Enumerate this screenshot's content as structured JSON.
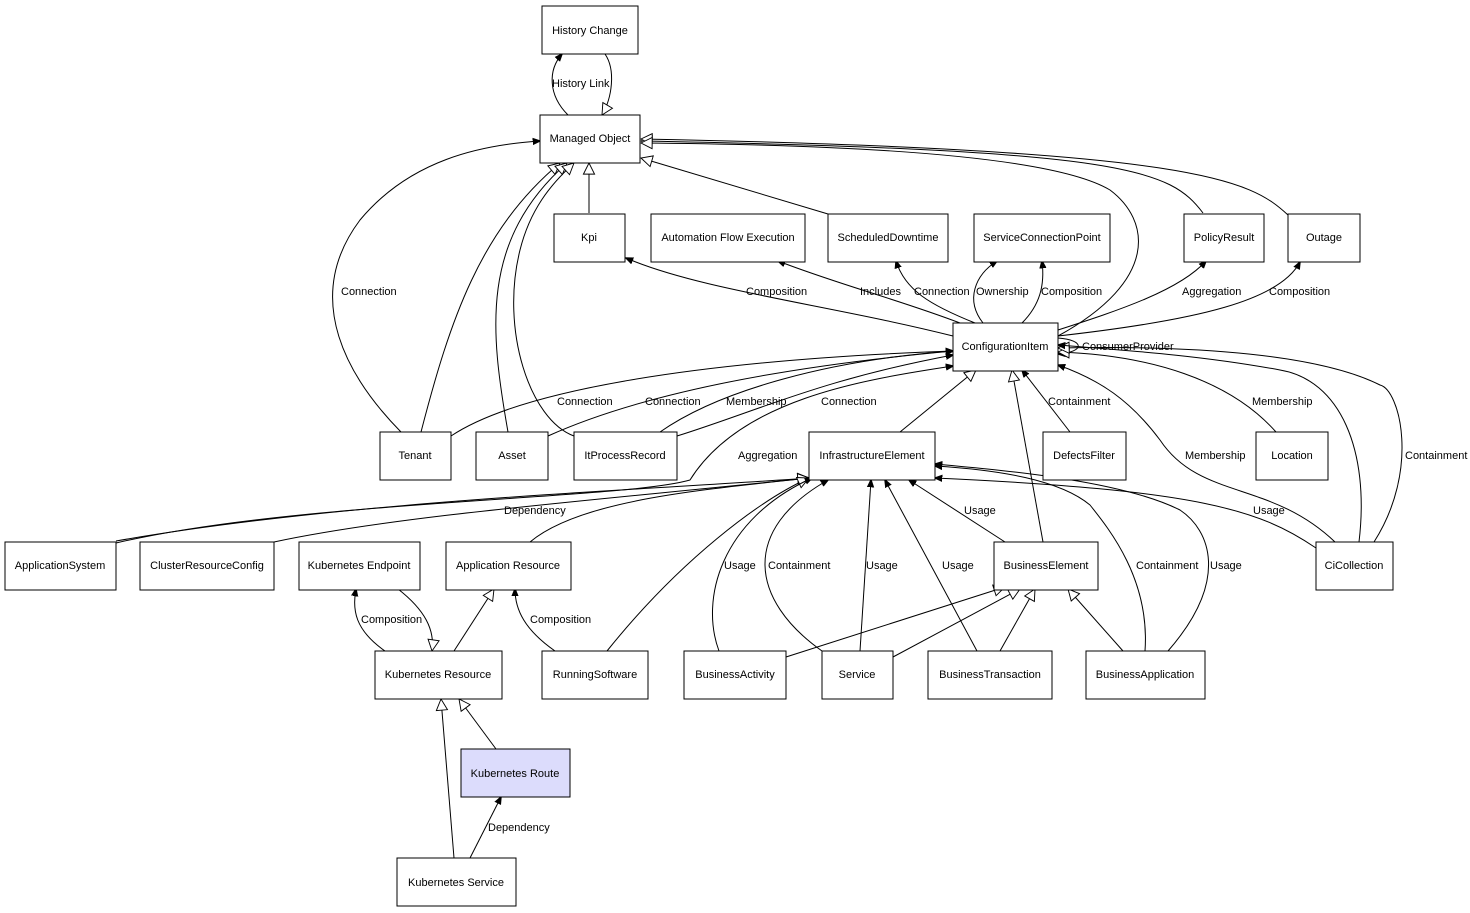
{
  "nodes": {
    "history_change": {
      "label": "History Change"
    },
    "managed_object": {
      "label": "Managed Object"
    },
    "kpi": {
      "label": "Kpi"
    },
    "automation_flow_execution": {
      "label": "Automation Flow Execution"
    },
    "scheduled_downtime": {
      "label": "ScheduledDowntime"
    },
    "service_connection_point": {
      "label": "ServiceConnectionPoint"
    },
    "policy_result": {
      "label": "PolicyResult"
    },
    "outage": {
      "label": "Outage"
    },
    "configuration_item": {
      "label": "ConfigurationItem"
    },
    "tenant": {
      "label": "Tenant"
    },
    "asset": {
      "label": "Asset"
    },
    "it_process_record": {
      "label": "ItProcessRecord"
    },
    "infrastructure_element": {
      "label": "InfrastructureElement"
    },
    "defects_filter": {
      "label": "DefectsFilter"
    },
    "location": {
      "label": "Location"
    },
    "application_system": {
      "label": "ApplicationSystem"
    },
    "cluster_resource_config": {
      "label": "ClusterResourceConfig"
    },
    "kubernetes_endpoint": {
      "label": "Kubernetes Endpoint"
    },
    "application_resource": {
      "label": "Application Resource"
    },
    "business_element": {
      "label": "BusinessElement"
    },
    "ci_collection": {
      "label": "CiCollection"
    },
    "kubernetes_resource": {
      "label": "Kubernetes Resource"
    },
    "running_software": {
      "label": "RunningSoftware"
    },
    "business_activity": {
      "label": "BusinessActivity"
    },
    "service": {
      "label": "Service"
    },
    "business_transaction": {
      "label": "BusinessTransaction"
    },
    "business_application": {
      "label": "BusinessApplication"
    },
    "kubernetes_route": {
      "label": "Kubernetes Route"
    },
    "kubernetes_service": {
      "label": "Kubernetes Service"
    }
  },
  "edge_labels": {
    "history_link": "History Link",
    "tenant_mo_connection": "Connection",
    "ci_kpi_composition": "Composition",
    "ci_afe_includes": "Includes",
    "ci_sd_connection": "Connection",
    "ci_scp_ownership": "Ownership",
    "ci_scp_composition": "Composition",
    "ci_pr_aggregation": "Aggregation",
    "ci_outage_composition": "Composition",
    "ci_consumer_provider": "ConsumerProvider",
    "tenant_ci_connection": "Connection",
    "asset_ci_connection": "Connection",
    "ipr_ci_membership": "Membership",
    "ipr_ci_connection": "Connection",
    "ci_containment_defects": "Containment",
    "location_ci_membership": "Membership",
    "appsys_ci_aggregation": "Aggregation",
    "cicoll_ci_membership": "Membership",
    "cicoll_ci_containment": "Containment",
    "crc_ie_dependency": "Dependency",
    "be_ie_usage": "Usage",
    "cicoll_ie_usage": "Usage",
    "ba_ie_usage": "Usage",
    "service_ie_containment": "Containment",
    "service_ie_usage": "Usage",
    "bt_ie_usage": "Usage",
    "bapp_ie_containment": "Containment",
    "bapp_ie_usage": "Usage",
    "kr_ke_composition": "Composition",
    "rs_ar_composition": "Composition",
    "ks_kroute_dependency": "Dependency"
  }
}
